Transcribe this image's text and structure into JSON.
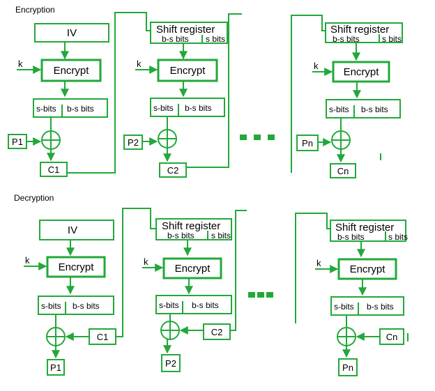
{
  "sections": {
    "encryption": "Encryption",
    "decryption": "Decryption"
  },
  "labels": {
    "iv": "IV",
    "encrypt": "Encrypt",
    "shift_register": "Shift register",
    "key": "k",
    "bs_bits": "b-s bits",
    "s_bits_short": "s bits",
    "s_bits": "s-bits"
  },
  "encryption": {
    "plaintexts": [
      "P1",
      "P2",
      "Pn"
    ],
    "ciphertexts": [
      "C1",
      "C2",
      "Cn"
    ]
  },
  "decryption": {
    "ciphertexts": [
      "C1",
      "C2",
      "Cn"
    ],
    "plaintexts": [
      "P1",
      "P2",
      "Pn"
    ]
  },
  "colors": {
    "accent": "#22a83a"
  }
}
